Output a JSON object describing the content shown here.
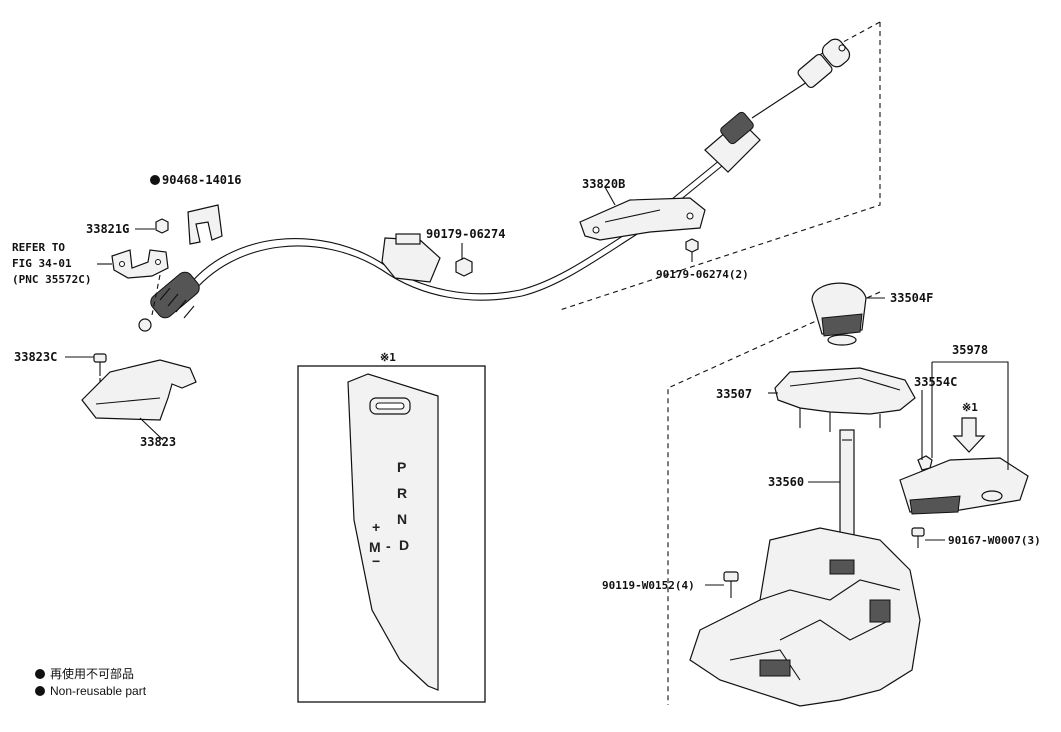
{
  "labels": {
    "p90468": "90468-14016",
    "p33821G": "33821G",
    "refer1": "REFER TO",
    "refer2": "FIG 34-01",
    "refer3": "(PNC 35572C)",
    "p33823C": "33823C",
    "p33823": "33823",
    "p90179a": "90179-06274",
    "p33820B": "33820B",
    "p90179b": "90179-06274(2)",
    "p33504F": "33504F",
    "p35978": "35978",
    "p33507": "33507",
    "p33554C": "33554C",
    "note1": "※1",
    "note1b": "※1",
    "p33560": "33560",
    "p90167": "90167-W0007(3)",
    "p90119": "90119-W0152(4)"
  },
  "gate": {
    "P": "P",
    "R": "R",
    "N": "N",
    "D": "D",
    "plus": "+",
    "M": "M",
    "minus": "−",
    "dash": "-"
  },
  "legend": {
    "jp": "再使用不可部品",
    "en": "Non-reusable part"
  },
  "colors": {
    "ink": "#111111",
    "part_fill": "#f2f2f2",
    "shade": "#555555"
  }
}
